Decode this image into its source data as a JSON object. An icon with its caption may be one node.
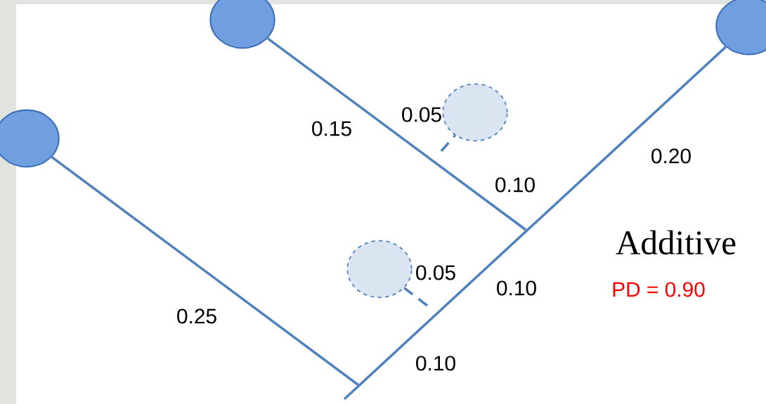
{
  "diagram": {
    "nodes": [
      {
        "text": [],
        "shape": "circle"
      },
      {
        "text": [],
        "shape": "circle"
      },
      {
        "text": [],
        "shape": "circle"
      },
      {
        "text": [],
        "shape": "circle"
      },
      {
        "text": [],
        "shape": "circle"
      }
    ],
    "edges": [
      {
        "from": null,
        "to": 0,
        "arrow": "none",
        "label": "0.25"
      },
      {
        "from": null,
        "to": 1,
        "arrow": "none",
        "label": "0.15"
      },
      {
        "from": null,
        "to": 2,
        "arrow": "none",
        "label": "0.20"
      },
      {
        "from": null,
        "to": 3,
        "arrow": "none",
        "label": "0.05",
        "style": "dashed"
      },
      {
        "from": null,
        "to": 4,
        "arrow": "none",
        "label": "0.05",
        "style": "dashed"
      }
    ],
    "labels": [
      "0.10",
      "0.10",
      "0.10",
      "Additive",
      "PD = 0.90"
    ]
  }
}
